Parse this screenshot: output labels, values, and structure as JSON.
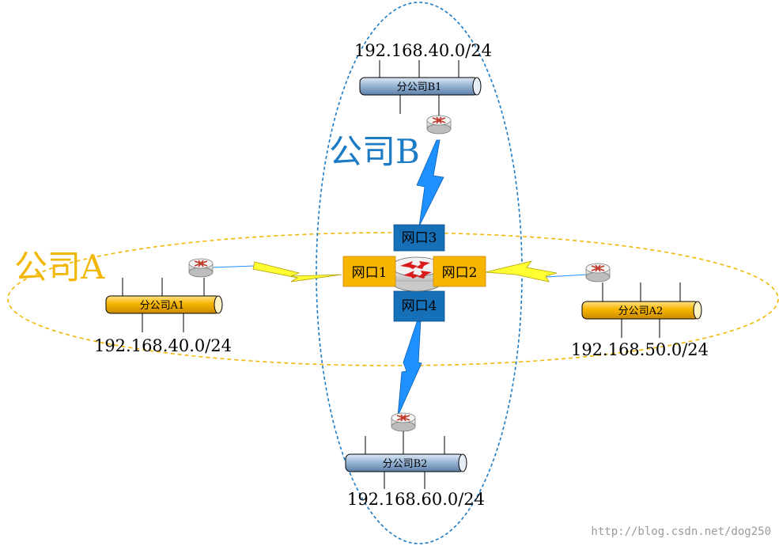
{
  "company_a": {
    "label": "公司A",
    "color": "#f2b705"
  },
  "company_b": {
    "label": "公司B",
    "color": "#1b7bc4"
  },
  "central_router": {
    "ports": {
      "port1": "网口1",
      "port2": "网口2",
      "port3": "网口3",
      "port4": "网口4"
    },
    "colors": {
      "side_ports": "#f7b500",
      "vertical_ports": "#1670b8"
    }
  },
  "branches": {
    "a1": {
      "name": "分公司A1",
      "subnet": "192.168.40.0/24",
      "color": "#f7b500"
    },
    "a2": {
      "name": "分公司A2",
      "subnet": "192.168.50.0/24",
      "color": "#f7b500"
    },
    "b1": {
      "name": "分公司B1",
      "subnet": "192.168.40.0/24",
      "color": "#9ab7d6"
    },
    "b2": {
      "name": "分公司B2",
      "subnet": "192.168.60.0/24",
      "color": "#9ab7d6"
    }
  },
  "links": {
    "wan_a_color": "#ffff33",
    "wan_b_color": "#1e90ff"
  },
  "watermark": "http://blog.csdn.net/dog250"
}
